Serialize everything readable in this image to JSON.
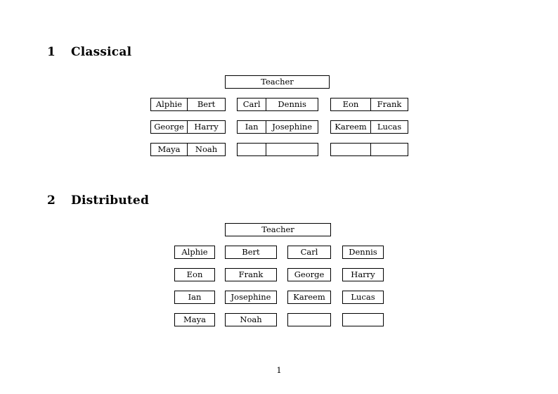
{
  "document": {
    "page_number": "1",
    "text_color": "#000000",
    "background_color": "#ffffff",
    "border_color": "#000000"
  },
  "sections": [
    {
      "number": "1",
      "title": "Classical",
      "layout": "grouped",
      "root": {
        "label": "Teacher"
      },
      "groups": [
        {
          "name": "group-left",
          "rows": [
            {
              "cells": [
                {
                  "label": "Alphie"
                },
                {
                  "label": "Bert"
                }
              ]
            },
            {
              "cells": [
                {
                  "label": "George"
                },
                {
                  "label": "Harry"
                }
              ]
            },
            {
              "cells": [
                {
                  "label": "Maya"
                },
                {
                  "label": "Noah"
                }
              ]
            }
          ]
        },
        {
          "name": "group-middle",
          "rows": [
            {
              "cells": [
                {
                  "label": "Carl"
                },
                {
                  "label": "Dennis"
                }
              ]
            },
            {
              "cells": [
                {
                  "label": "Ian"
                },
                {
                  "label": "Josephine"
                }
              ]
            },
            {
              "cells": [
                {
                  "label": ""
                },
                {
                  "label": ""
                }
              ]
            }
          ]
        },
        {
          "name": "group-right",
          "rows": [
            {
              "cells": [
                {
                  "label": "Eon"
                },
                {
                  "label": "Frank"
                }
              ]
            },
            {
              "cells": [
                {
                  "label": "Kareem"
                },
                {
                  "label": "Lucas"
                }
              ]
            },
            {
              "cells": [
                {
                  "label": ""
                },
                {
                  "label": ""
                }
              ]
            }
          ]
        }
      ]
    },
    {
      "number": "2",
      "title": "Distributed",
      "layout": "separate",
      "root": {
        "label": "Teacher"
      },
      "rows": [
        {
          "cells": [
            {
              "label": "Alphie"
            },
            {
              "label": "Bert"
            },
            {
              "label": "Carl"
            },
            {
              "label": "Dennis"
            }
          ]
        },
        {
          "cells": [
            {
              "label": "Eon"
            },
            {
              "label": "Frank"
            },
            {
              "label": "George"
            },
            {
              "label": "Harry"
            }
          ]
        },
        {
          "cells": [
            {
              "label": "Ian"
            },
            {
              "label": "Josephine"
            },
            {
              "label": "Kareem"
            },
            {
              "label": "Lucas"
            }
          ]
        },
        {
          "cells": [
            {
              "label": "Maya"
            },
            {
              "label": "Noah"
            },
            {
              "label": ""
            },
            {
              "label": ""
            }
          ]
        }
      ]
    }
  ]
}
